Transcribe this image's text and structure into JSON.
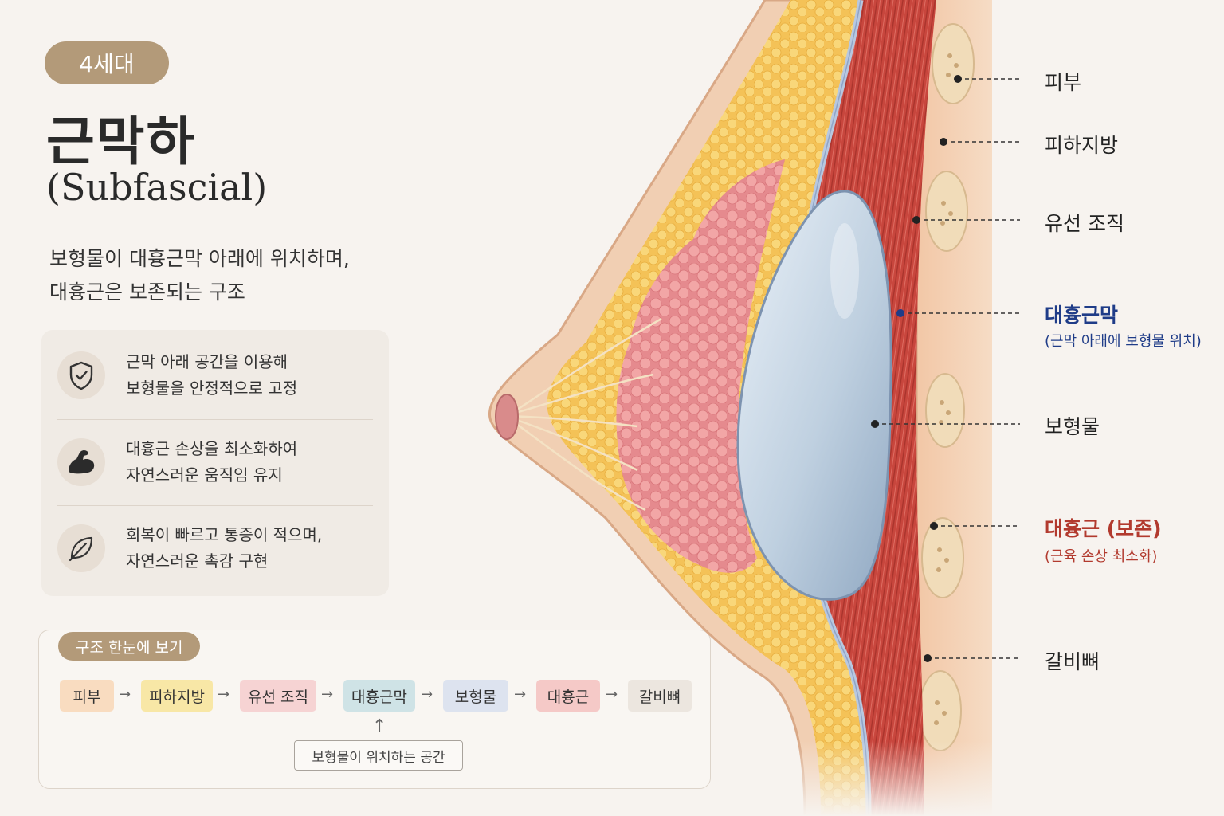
{
  "header": {
    "generation_badge": "4세대",
    "title_ko": "근막하",
    "title_en": "(Subfascial)",
    "description_line1": "보형물이 대흉근막 아래에 위치하며,",
    "description_line2": "대흉근은 보존되는 구조"
  },
  "features": [
    {
      "icon": "shield-check-icon",
      "line1": "근막 아래 공간을 이용해",
      "line2": "보형물을 안정적으로 고정"
    },
    {
      "icon": "muscle-arm-icon",
      "line1": "대흉근 손상을 최소화하여",
      "line2": "자연스러운 움직임 유지"
    },
    {
      "icon": "leaf-icon",
      "line1": "회복이 빠르고 통증이 적으며,",
      "line2": "자연스러운 촉감 구현"
    }
  ],
  "flow": {
    "label": "구조 한눈에 보기",
    "steps": [
      "피부",
      "피하지방",
      "유선 조직",
      "대흉근막",
      "보형물",
      "대흉근",
      "갈비뼈"
    ],
    "arrow": "→",
    "up_arrow": "↑",
    "position_note": "보형물이 위치하는 공간",
    "step_colors": [
      "#f9dcc0",
      "#f8e7a6",
      "#f6d3d3",
      "#cfe3e6",
      "#dde3ef",
      "#f5c9c7",
      "#ece6df"
    ]
  },
  "anatomy_labels": {
    "skin": "피부",
    "subcutaneous_fat": "피하지방",
    "mammary_gland": "유선 조직",
    "pectoral_fascia": "대흉근막",
    "pectoral_fascia_note": "(근막 아래에 보형물 위치)",
    "implant": "보형물",
    "pectoralis_major": "대흉근 (보존)",
    "pectoralis_major_note": "(근육 손상 최소화)",
    "ribs": "갈비뼈"
  },
  "colors": {
    "accent": "#b39a79",
    "fascia_label": "#1f3c88",
    "muscle_label": "#b23a2e"
  }
}
